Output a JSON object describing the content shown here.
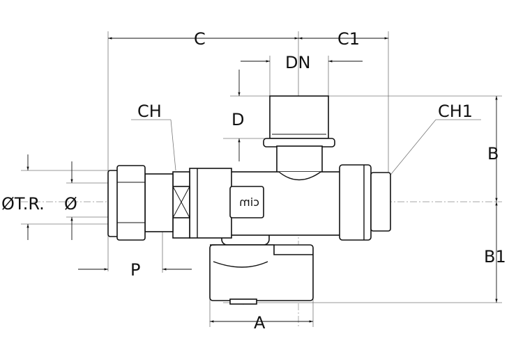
{
  "labels": {
    "c": "C",
    "c1": "C1",
    "dn": "DN",
    "d": "D",
    "ch": "CH",
    "ch1": "CH1",
    "b": "B",
    "b1": "B1",
    "otr": "ØT.R.",
    "o": "Ø",
    "p": "P",
    "a": "A"
  },
  "logo": "cim"
}
